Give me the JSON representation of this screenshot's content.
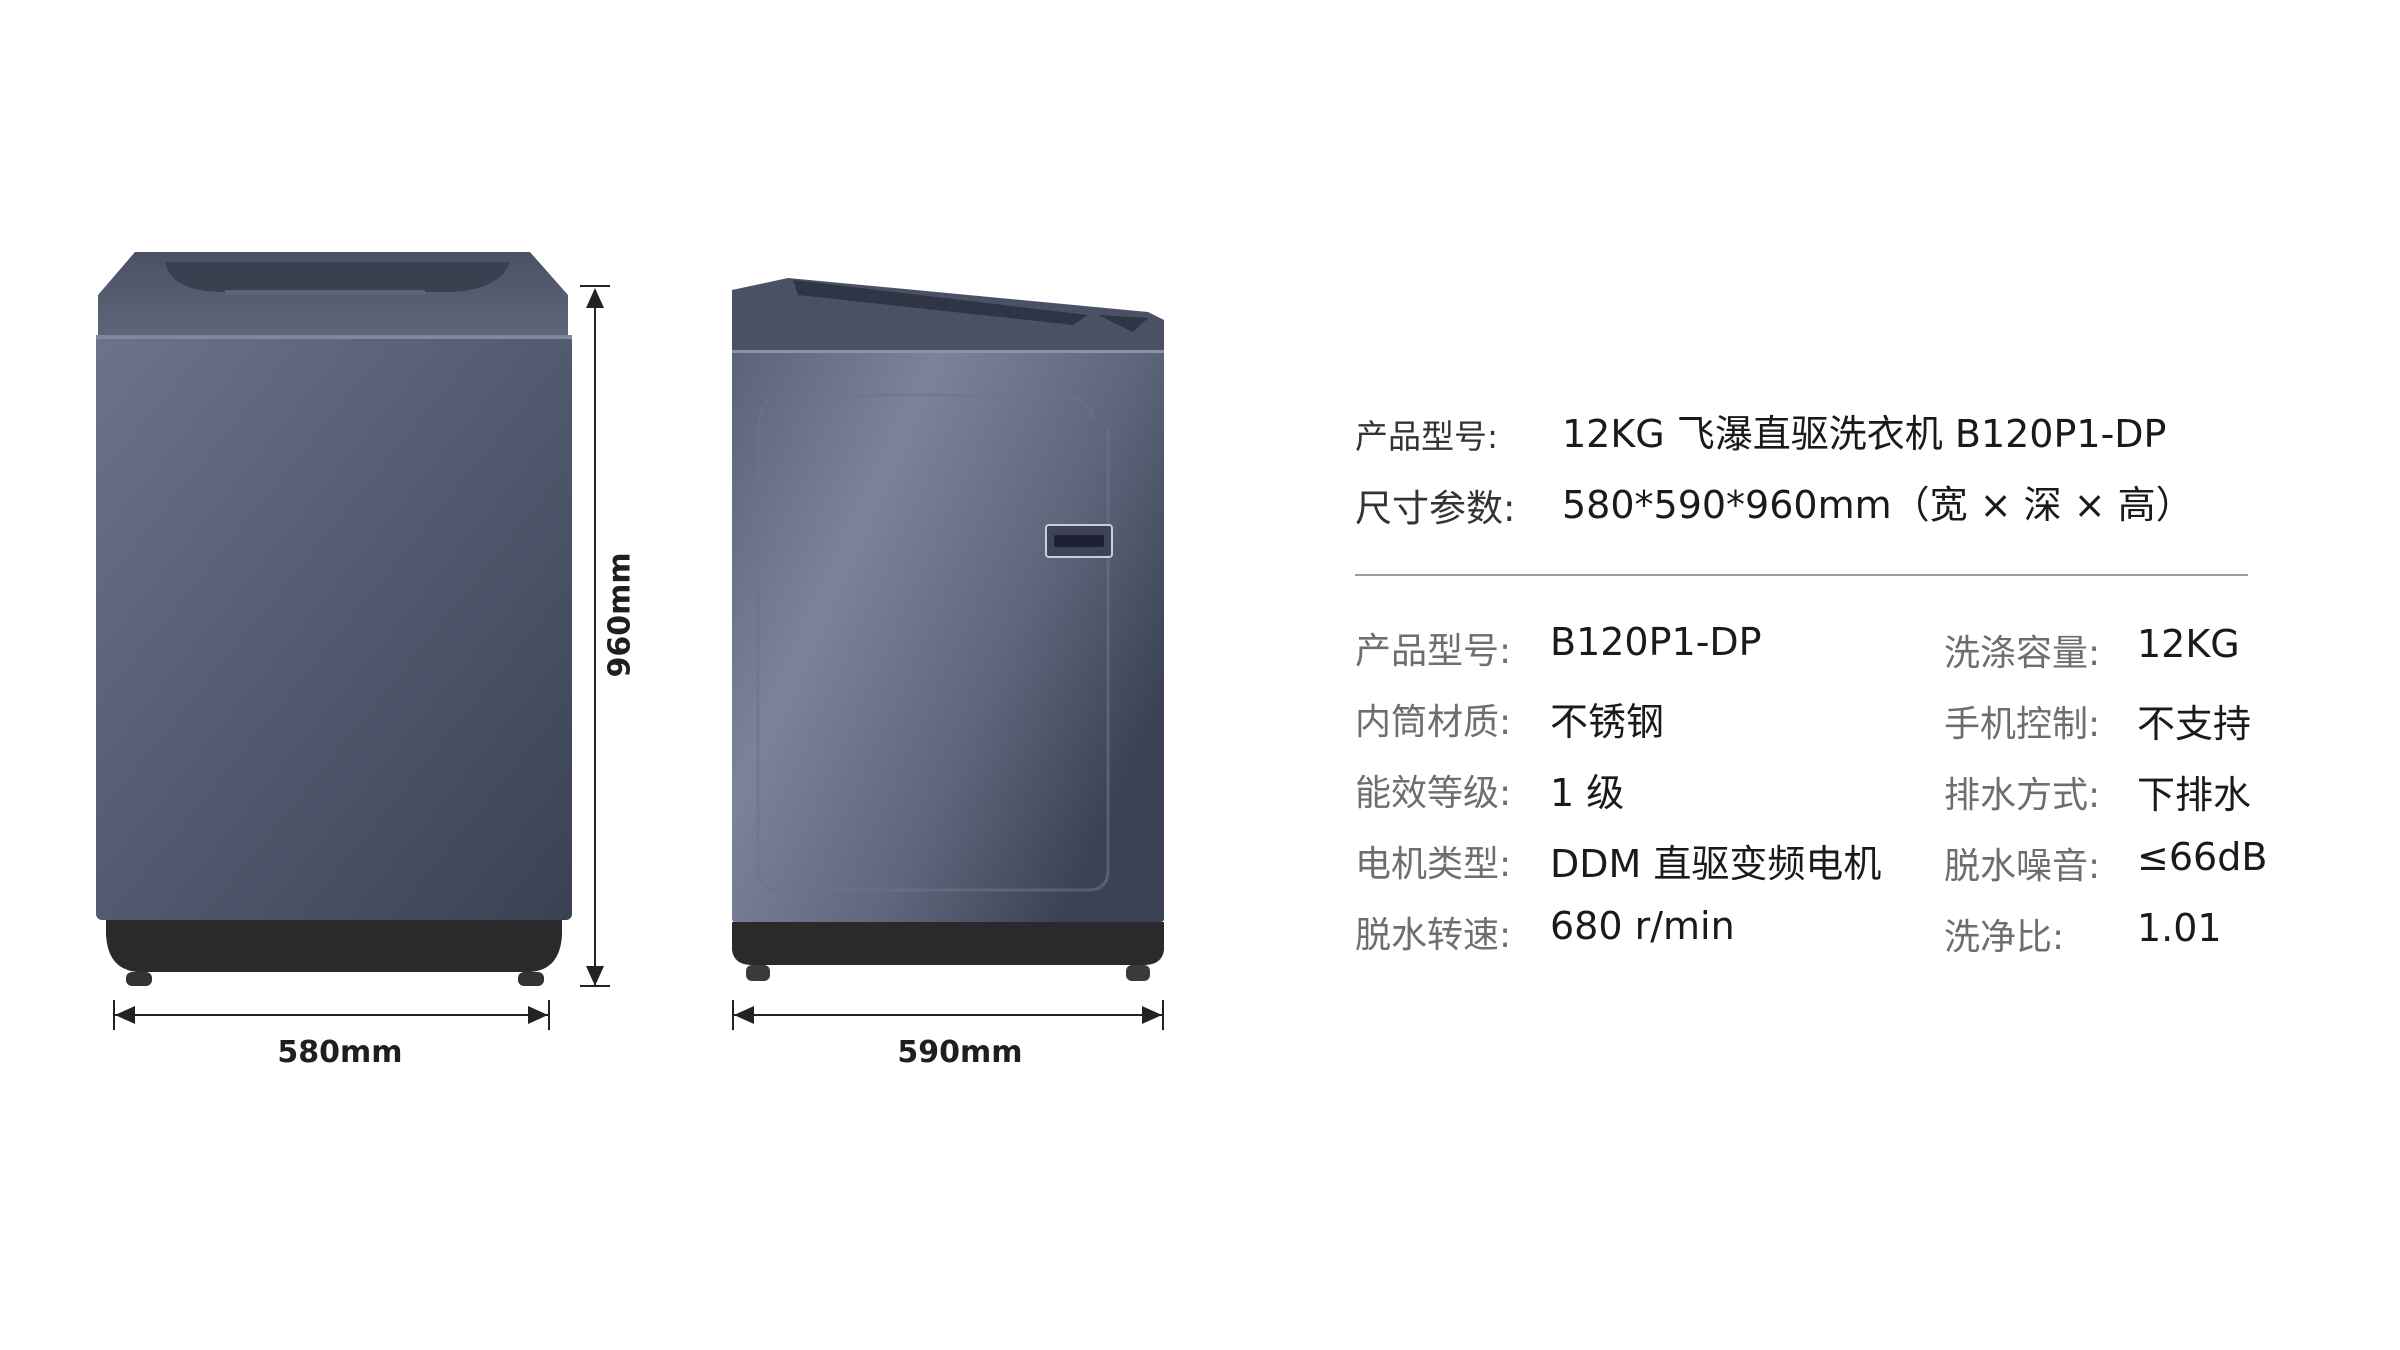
{
  "colors": {
    "body_dark": "#3c4458",
    "body_light": "#6b748a",
    "base": "#2a2a2c",
    "label_gray": "#6e6e6e",
    "text_dark": "#1a1a1a"
  },
  "dimensions": {
    "front_width": "580mm",
    "side_depth": "590mm",
    "height": "960mm"
  },
  "summary": {
    "model_label": "产品型号:",
    "model_value": "12KG 飞瀑直驱洗衣机 B120P1-DP",
    "size_label": "尺寸参数:",
    "size_value": "580*590*960mm（宽 × 深 × 高）"
  },
  "specs_left": [
    {
      "label": "产品型号:",
      "value": "B120P1-DP"
    },
    {
      "label": "内筒材质:",
      "value": "不锈钢"
    },
    {
      "label": "能效等级:",
      "value": "1 级"
    },
    {
      "label": "电机类型:",
      "value": "DDM 直驱变频电机"
    },
    {
      "label": "脱水转速:",
      "value": "680 r/min"
    }
  ],
  "specs_right": [
    {
      "label": "洗涤容量:",
      "value": "12KG"
    },
    {
      "label": "手机控制:",
      "value": "不支持"
    },
    {
      "label": "排水方式:",
      "value": "下排水"
    },
    {
      "label": "脱水噪音:",
      "value": "≤66dB"
    },
    {
      "label": "洗净比:",
      "value": "1.01"
    }
  ]
}
